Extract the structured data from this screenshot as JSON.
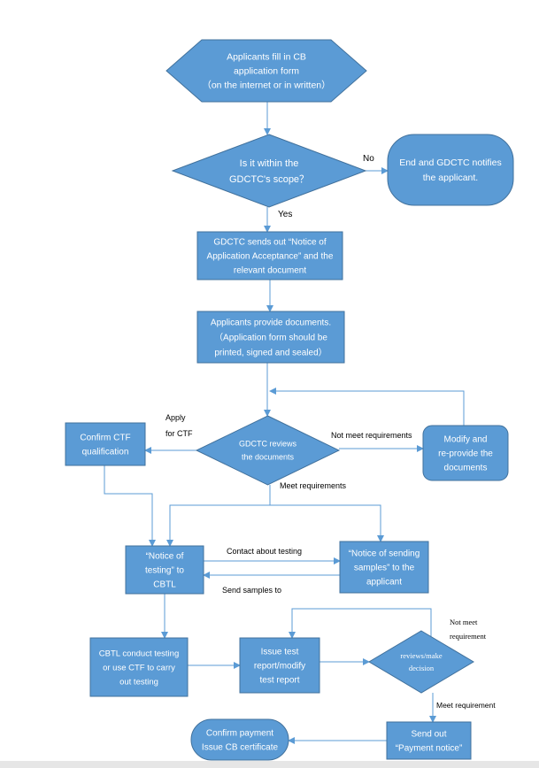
{
  "colors": {
    "fill": "#5b9bd5",
    "stroke": "#41719c",
    "text_in_shape": "#ffffff",
    "text_label": "#000000",
    "arrow": "#5b9bd5"
  },
  "nodes": {
    "start": {
      "lines": [
        "Applicants fill in CB",
        "application form",
        "（on the internet or in written）"
      ]
    },
    "scope_decision": {
      "lines": [
        "Is it within the",
        "GDCTC's scope？"
      ]
    },
    "end_notify": {
      "lines": [
        "End and GDCTC notifies",
        "the applicant."
      ]
    },
    "notice_acceptance": {
      "lines": [
        "GDCTC sends out “Notice of",
        "Application Acceptance” and the",
        "relevant document"
      ]
    },
    "provide_docs": {
      "lines": [
        "Applicants provide documents.",
        "（Application form should be",
        "printed, signed and sealed）"
      ]
    },
    "review_decision": {
      "lines": [
        "GDCTC reviews",
        "the documents"
      ]
    },
    "confirm_ctf": {
      "lines": [
        "Confirm CTF",
        "qualification"
      ]
    },
    "modify_docs": {
      "lines": [
        "Modify     and",
        "re-provide  the",
        "documents"
      ]
    },
    "notice_testing": {
      "lines": [
        "“Notice of",
        "testing” to",
        "CBTL"
      ]
    },
    "notice_samples": {
      "lines": [
        "“Notice of sending",
        "samples”   to   the",
        "applicant"
      ]
    },
    "cbtl_testing": {
      "lines": [
        "CBTL conduct testing",
        "or use CTF to carry",
        "out testing"
      ]
    },
    "issue_report": {
      "lines": [
        "Issue test",
        "report/modify",
        "test report"
      ]
    },
    "reviews_make": {
      "lines": [
        "reviews/make",
        "decision"
      ]
    },
    "send_payment": {
      "lines": [
        "Send out",
        "“Payment notice”"
      ]
    },
    "confirm_payment": {
      "lines": [
        "Confirm payment",
        "Issue CB certificate"
      ]
    }
  },
  "labels": {
    "no": "No",
    "yes": "Yes",
    "apply_for_ctf": [
      "Apply",
      "for CTF"
    ],
    "not_meet_requirements": "Not meet  requirements",
    "meet_requirements": "Meet requirements",
    "contact_about_testing": "Contact about testing",
    "send_samples_to": "Send samples to",
    "not_meet_requirement": [
      "Not meet",
      "requirement"
    ],
    "meet_requirement": "Meet requirement"
  }
}
